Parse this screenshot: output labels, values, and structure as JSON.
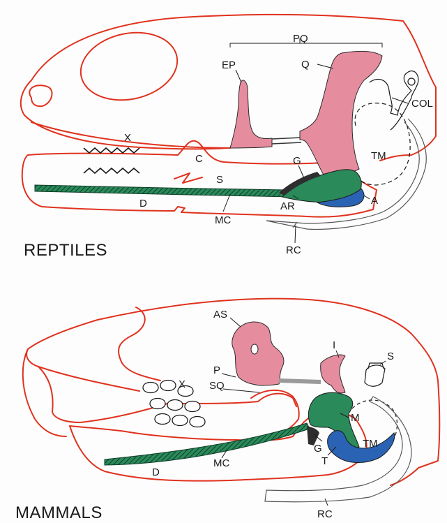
{
  "reptile": {
    "heading": "REPTILES",
    "labels": {
      "pq": "PQ",
      "ep": "EP",
      "q": "Q",
      "col": "COL",
      "x": "X",
      "tm": "TM",
      "c": "C",
      "s": "S",
      "g": "G",
      "d": "D",
      "ar": "AR",
      "a": "A",
      "mc": "MC",
      "rc": "RC"
    }
  },
  "mammal": {
    "heading": "MAMMALS",
    "labels": {
      "as": "AS",
      "i": "I",
      "s": "S",
      "x": "X",
      "p": "P",
      "sq": "SQ",
      "m": "M",
      "tm": "TM",
      "g": "G",
      "t": "T",
      "mc": "MC",
      "d": "D",
      "rc": "RC"
    }
  },
  "colors": {
    "outline": "#e0321e",
    "pink_bone": "#e58d9e",
    "green_bone": "#2a8a5a",
    "blue_bone": "#2b63b4",
    "dark_bone": "#2e2e2e"
  }
}
